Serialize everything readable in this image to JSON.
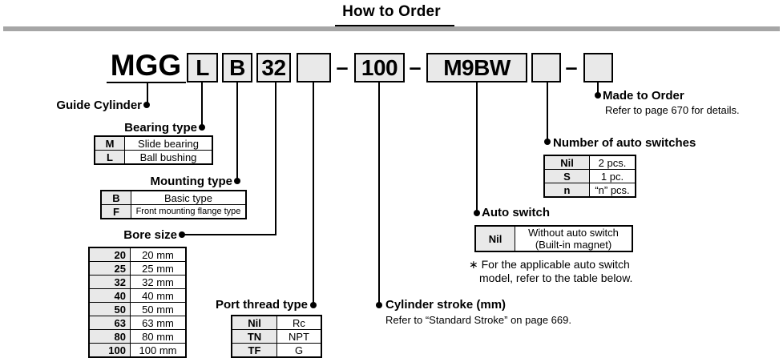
{
  "title": "How to Order",
  "model": {
    "prefix": "MGG",
    "bearing": "L",
    "mounting": "B",
    "bore": "32",
    "port": "",
    "dash": "–",
    "stroke": "100",
    "auto_switch": "M9BW",
    "count": "",
    "made_to_order": ""
  },
  "callouts": {
    "guide_cylinder": {
      "label": "Guide Cylinder"
    },
    "bearing_type": {
      "label": "Bearing type",
      "rows": [
        [
          "M",
          "Slide bearing"
        ],
        [
          "L",
          "Ball bushing"
        ]
      ]
    },
    "mounting_type": {
      "label": "Mounting type",
      "rows": [
        [
          "B",
          "Basic type"
        ],
        [
          "F",
          "Front mounting flange type"
        ]
      ]
    },
    "bore_size": {
      "label": "Bore size",
      "rows": [
        [
          "20",
          "20 mm"
        ],
        [
          "25",
          "25 mm"
        ],
        [
          "32",
          "32 mm"
        ],
        [
          "40",
          "40 mm"
        ],
        [
          "50",
          "50 mm"
        ],
        [
          "63",
          "63 mm"
        ],
        [
          "80",
          "80 mm"
        ],
        [
          "100",
          "100 mm"
        ]
      ]
    },
    "port_thread_type": {
      "label": "Port thread type",
      "rows": [
        [
          "Nil",
          "Rc"
        ],
        [
          "TN",
          "NPT"
        ],
        [
          "TF",
          "G"
        ]
      ]
    },
    "cylinder_stroke": {
      "label": "Cylinder stroke (mm)",
      "note": "Refer to “Standard Stroke” on page 669."
    },
    "auto_switch": {
      "label": "Auto switch",
      "rows": [
        [
          "Nil",
          "Without auto switch\n(Built-in magnet)"
        ]
      ],
      "footnote": "∗ For the applicable auto switch\nmodel, refer to the table below."
    },
    "number_of_auto_switches": {
      "label": "Number of auto switches",
      "rows": [
        [
          "Nil",
          "2 pcs."
        ],
        [
          "S",
          "1 pc."
        ],
        [
          "n",
          "“n” pcs."
        ]
      ]
    },
    "made_to_order": {
      "label": "Made to Order",
      "note": "Refer to page 670 for details."
    }
  },
  "colors": {
    "accent_gray_bar": "#a6a6a6",
    "cell_shade": "#e9e9e9",
    "line": "#000000"
  }
}
